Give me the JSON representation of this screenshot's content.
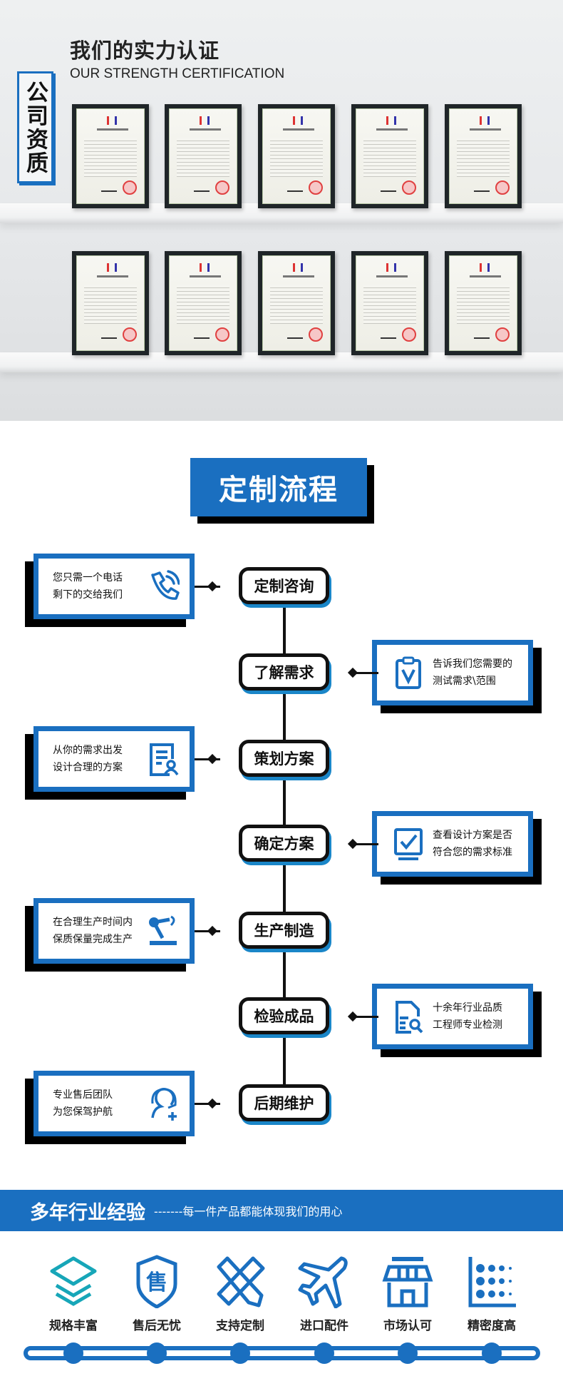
{
  "certification": {
    "title": "我们的实力认证",
    "subtitle": "OUR STRENGTH CERTIFICATION",
    "side_label": "公司资质",
    "certificate_count": 10
  },
  "process": {
    "title": "定制流程",
    "steps": [
      {
        "label": "定制咨询",
        "side": "left",
        "desc1": "您只需一个电话",
        "desc2": "剩下的交给我们",
        "icon": "phone-icon"
      },
      {
        "label": "了解需求",
        "side": "right",
        "desc1": "告诉我们您需要的",
        "desc2": "测试需求\\范围",
        "icon": "clipboard-check-icon"
      },
      {
        "label": "策划方案",
        "side": "left",
        "desc1": "从你的需求出发",
        "desc2": "设计合理的方案",
        "icon": "document-user-icon"
      },
      {
        "label": "确定方案",
        "side": "right",
        "desc1": "查看设计方案是否",
        "desc2": "符合您的需求标准",
        "icon": "checkbox-icon"
      },
      {
        "label": "生产制造",
        "side": "left",
        "desc1": "在合理生产时间内",
        "desc2": "保质保量完成生产",
        "icon": "robot-arm-icon"
      },
      {
        "label": "检验成品",
        "side": "right",
        "desc1": "十余年行业品质",
        "desc2": "工程师专业检测",
        "icon": "document-search-icon"
      },
      {
        "label": "后期维护",
        "side": "left",
        "desc1": "专业售后团队",
        "desc2": "为您保驾护航",
        "icon": "support-agent-icon"
      }
    ]
  },
  "experience": {
    "title": "多年行业经验",
    "tagline": "-------每一件产品都能体现我们的用心",
    "features": [
      {
        "label": "规格丰富",
        "icon": "layers-icon"
      },
      {
        "label": "售后无忧",
        "icon": "shield-icon",
        "glyph": "售"
      },
      {
        "label": "支持定制",
        "icon": "pencil-ruler-icon"
      },
      {
        "label": "进口配件",
        "icon": "airplane-icon"
      },
      {
        "label": "市场认可",
        "icon": "storefront-icon"
      },
      {
        "label": "精密度高",
        "icon": "dot-grid-icon"
      }
    ]
  },
  "colors": {
    "accent": "#1a6fc0",
    "teal": "#17a6b8",
    "dark": "#111111"
  }
}
